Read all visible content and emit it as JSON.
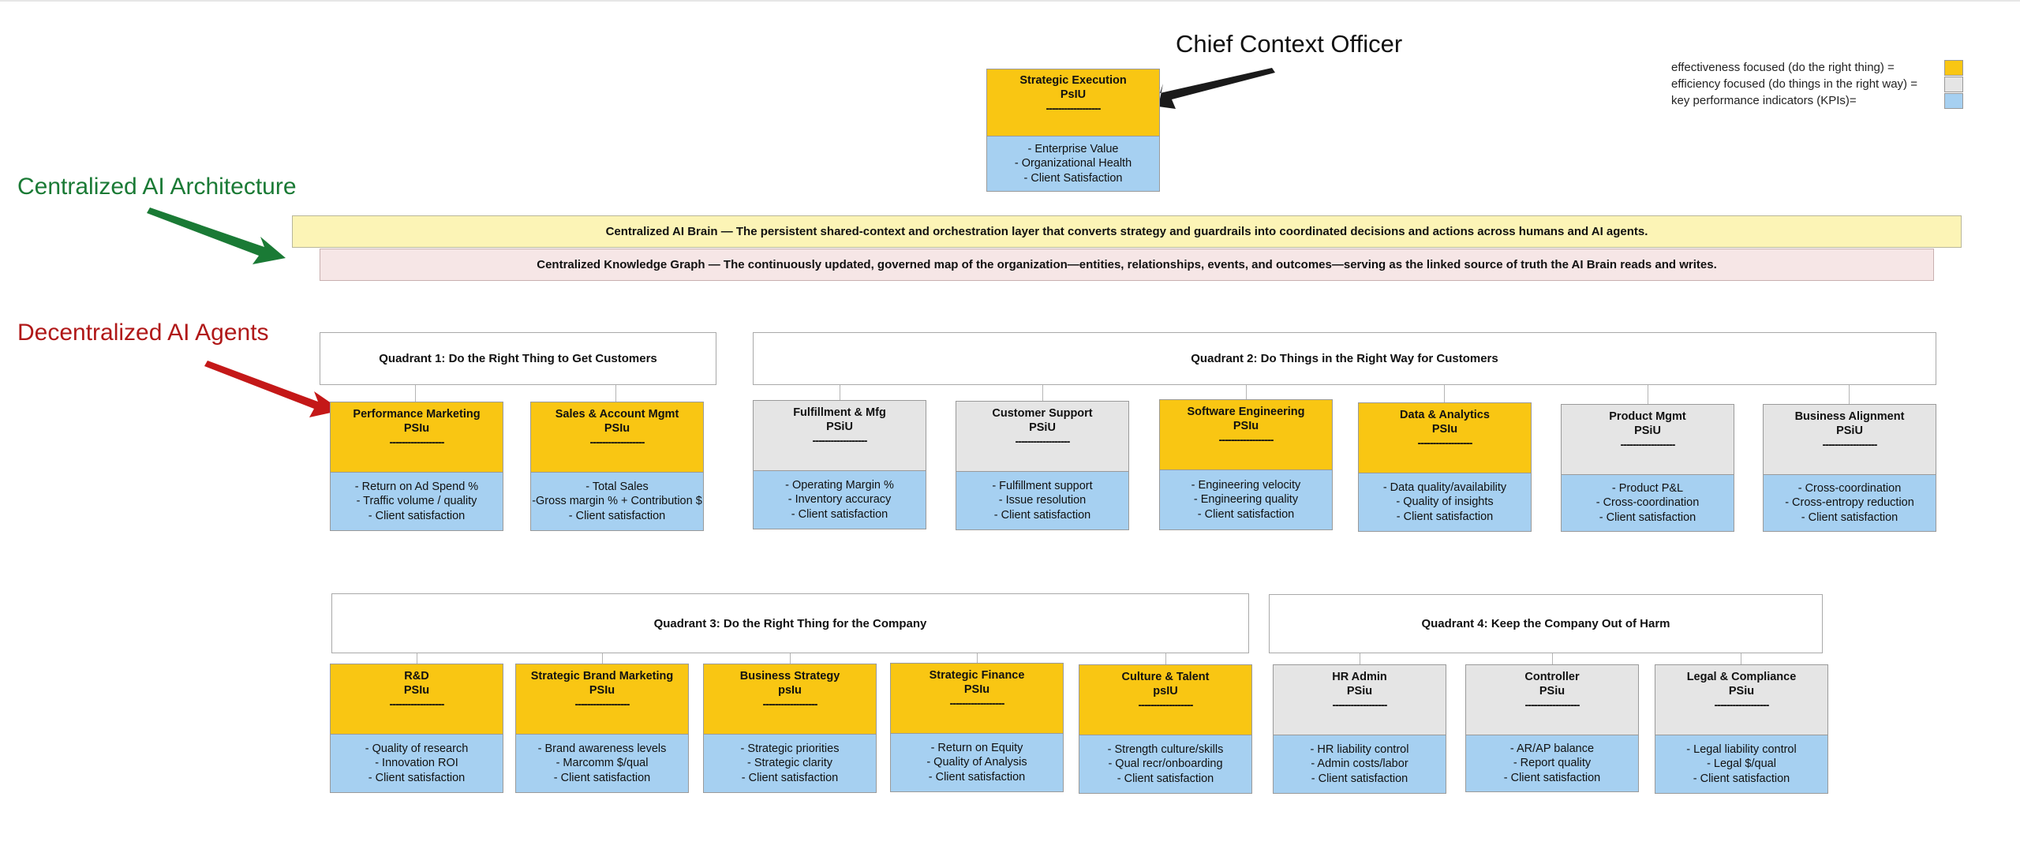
{
  "annotations": {
    "chief": "Chief Context Officer",
    "centralized": "Centralized AI Architecture",
    "decentralized": "Decentralized AI Agents"
  },
  "legend": [
    {
      "label": "effectiveness focused (do the right thing) =",
      "color": "#f9c613"
    },
    {
      "label": "efficiency focused (do things in the right way) =",
      "color": "#e5e5e5"
    },
    {
      "label": "key performance indicators (KPIs)=",
      "color": "#a6d0f1"
    }
  ],
  "executive": {
    "title": "Strategic Execution",
    "code": "PsIU",
    "dashes": "------------------",
    "kpis": [
      "- Enterprise Value",
      "- Organizational Health",
      "- Client Satisfaction"
    ]
  },
  "bands": {
    "brain": "Centralized AI Brain — The persistent shared-context and orchestration layer that converts strategy and guardrails into coordinated decisions and actions across humans and AI agents.",
    "graph": "Centralized Knowledge Graph — The continuously updated, governed map of the organization—entities, relationships, events, and outcomes—serving as the linked source of truth the AI Brain reads and writes."
  },
  "quadrants": {
    "q1": "Quadrant 1: Do the Right Thing to Get Customers",
    "q2": "Quadrant 2: Do Things in the Right Way for Customers",
    "q3": "Quadrant 3: Do the Right Thing for the Company",
    "q4": "Quadrant 4: Keep the Company Out of Harm"
  },
  "units": {
    "perf": {
      "title": "Performance Marketing",
      "code": "PSIu",
      "dashes": "------------------",
      "kpis": [
        "- Return on Ad Spend %",
        "- Traffic volume / quality",
        "- Client satisfaction"
      ]
    },
    "sales": {
      "title": "Sales & Account Mgmt",
      "code": "PSIu",
      "dashes": "------------------",
      "kpis": [
        "- Total Sales",
        "-Gross margin % + Contribution $",
        "- Client satisfaction"
      ]
    },
    "fulfill": {
      "title": "Fulfillment & Mfg",
      "code": "PSiU",
      "dashes": "------------------",
      "kpis": [
        "- Operating Margin %",
        "- Inventory accuracy",
        "- Client satisfaction"
      ]
    },
    "support": {
      "title": "Customer Support",
      "code": "PSiU",
      "dashes": "------------------",
      "kpis": [
        "- Fulfillment support",
        "- Issue resolution",
        "- Client satisfaction"
      ]
    },
    "software": {
      "title": "Software Engineering",
      "code": "PSIu",
      "dashes": "------------------",
      "kpis": [
        "- Engineering velocity",
        "- Engineering quality",
        "- Client satisfaction"
      ]
    },
    "data": {
      "title": "Data & Analytics",
      "code": "PSIu",
      "dashes": "------------------",
      "kpis": [
        "-  Data quality/availability",
        "- Quality of insights",
        "- Client satisfaction"
      ]
    },
    "product": {
      "title": "Product Mgmt",
      "code": "PSiU",
      "dashes": "------------------",
      "kpis": [
        "- Product P&L",
        "- Cross-coordination",
        "- Client satisfaction"
      ]
    },
    "business": {
      "title": "Business Alignment",
      "code": "PSiU",
      "dashes": "------------------",
      "kpis": [
        "- Cross-coordination",
        "- Cross-entropy reduction",
        "- Client satisfaction"
      ]
    },
    "rd": {
      "title": "R&D",
      "code": "PSIu",
      "dashes": "------------------",
      "kpis": [
        "- Quality of research",
        "- Innovation ROI",
        "- Client satisfaction"
      ]
    },
    "brand": {
      "title": "Strategic Brand Marketing",
      "code": "PSIu",
      "dashes": "------------------",
      "kpis": [
        "-  Brand awareness levels",
        "- Marcomm $/qual",
        "- Client satisfaction"
      ]
    },
    "strategy": {
      "title": "Business Strategy",
      "code": "psIu",
      "dashes": "------------------",
      "kpis": [
        "- Strategic priorities",
        "- Strategic clarity",
        "- Client satisfaction"
      ]
    },
    "finance": {
      "title": "Strategic Finance",
      "code": "PSIu",
      "dashes": "------------------",
      "kpis": [
        "- Return on Equity",
        "- Quality of Analysis",
        "- Client satisfaction"
      ]
    },
    "culture": {
      "title": "Culture & Talent",
      "code": "psIU",
      "dashes": "------------------",
      "kpis": [
        "- Strength culture/skills",
        "- Qual recr/onboarding",
        "- Client satisfaction"
      ]
    },
    "hr": {
      "title": "HR Admin",
      "code": "PSiu",
      "dashes": "------------------",
      "kpis": [
        "- HR liability control",
        "- Admin costs/labor",
        "- Client satisfaction"
      ]
    },
    "controller": {
      "title": "Controller",
      "code": "PSiu",
      "dashes": "------------------",
      "kpis": [
        "- AR/AP balance",
        "- Report quality",
        "- Client satisfaction"
      ]
    },
    "legal": {
      "title": "Legal & Compliance",
      "code": "PSiu",
      "dashes": "------------------",
      "kpis": [
        "- Legal liability control",
        "- Legal $/qual",
        "- Client satisfaction"
      ]
    }
  }
}
